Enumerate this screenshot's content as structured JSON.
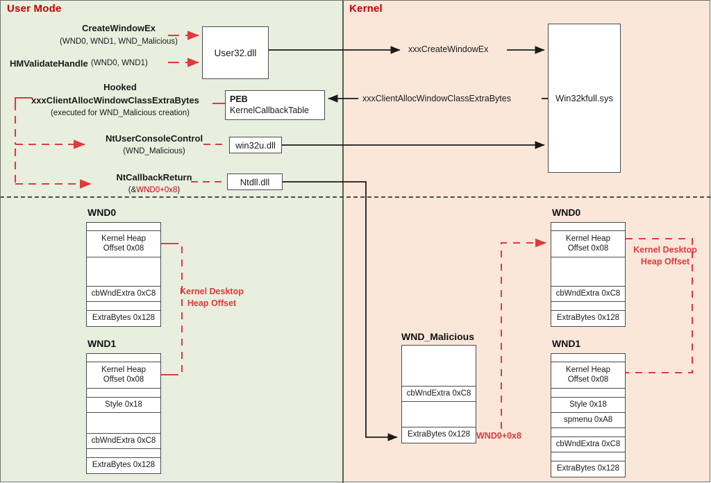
{
  "regions": {
    "user": {
      "title": "User Mode",
      "bg": "#e9efdf"
    },
    "kernel": {
      "title": "Kernel",
      "bg": "#fae7da"
    }
  },
  "colors": {
    "title_red": "#c00000",
    "accent_red": "#e0393e",
    "arrow_black": "#1a1a1a",
    "box_border": "#4a4a4a"
  },
  "user_calls": {
    "create_window_ex": {
      "name": "CreateWindowEx",
      "args": "(WND0, WND1, WND_Malicious)"
    },
    "hm_validate_handle": {
      "name": "HMValidateHandle",
      "args": "(WND0, WND1)"
    },
    "hooked": {
      "prefix": "Hooked",
      "name": "xxxClientAllocWindowClassExtraBytes",
      "note": "(executed for WND_Malicious creation)"
    },
    "nt_user_console_control": {
      "name": "NtUserConsoleControl",
      "args": "(WND_Malicious)"
    },
    "nt_callback_return": {
      "name": "NtCallbackReturn",
      "arg_prefix": "(&",
      "arg_red": "WND0+0x8",
      "arg_suffix": ")"
    }
  },
  "modules": {
    "user32": "User32.dll",
    "peb_line1": "PEB",
    "peb_line2": "KernelCallbackTable",
    "win32u": "win32u.dll",
    "ntdll": "Ntdll.dll",
    "win32kfull": "Win32kfull.sys"
  },
  "kernel_calls": {
    "xxx_create_window_ex": "xxxCreateWindowEx",
    "xxx_client_alloc": "xxxClientAllocWindowClassExtraBytes"
  },
  "annotations": {
    "kernel_desktop_heap_offset_line1": "Kernel Desktop",
    "kernel_desktop_heap_offset_line2": "Heap Offset",
    "wnd0_plus_8": "WND0+0x8"
  },
  "structs": {
    "user_wnd0": {
      "title": "WND0",
      "rows": [
        {
          "label": "",
          "h": 12
        },
        {
          "label": "Kernel Heap\nOffset 0x08",
          "h": 38
        },
        {
          "label": "",
          "h": 42
        },
        {
          "label": "cbWndExtra 0xC8",
          "h": 22
        },
        {
          "label": "",
          "h": 13
        },
        {
          "label": "ExtraBytes 0x128",
          "h": 22
        }
      ]
    },
    "user_wnd1": {
      "title": "WND1",
      "rows": [
        {
          "label": "",
          "h": 12
        },
        {
          "label": "Kernel Heap\nOffset 0x08",
          "h": 38
        },
        {
          "label": "",
          "h": 13
        },
        {
          "label": "Style 0x18",
          "h": 22
        },
        {
          "label": "",
          "h": 30
        },
        {
          "label": "cbWndExtra 0xC8",
          "h": 22
        },
        {
          "label": "",
          "h": 13
        },
        {
          "label": "ExtraBytes 0x128",
          "h": 22
        }
      ]
    },
    "wnd_malicious": {
      "title": "WND_Malicious",
      "rows": [
        {
          "label": "",
          "h": 59
        },
        {
          "label": "cbWndExtra 0xC8",
          "h": 22
        },
        {
          "label": "",
          "h": 37
        },
        {
          "label": "ExtraBytes 0x128",
          "h": 22
        }
      ]
    },
    "kernel_wnd0": {
      "title": "WND0",
      "rows": [
        {
          "label": "",
          "h": 12
        },
        {
          "label": "Kernel Heap\nOffset 0x08",
          "h": 38
        },
        {
          "label": "",
          "h": 42
        },
        {
          "label": "cbWndExtra 0xC8",
          "h": 22
        },
        {
          "label": "",
          "h": 13
        },
        {
          "label": "ExtraBytes 0x128",
          "h": 22
        }
      ]
    },
    "kernel_wnd1": {
      "title": "WND1",
      "rows": [
        {
          "label": "",
          "h": 12
        },
        {
          "label": "Kernel Heap\nOffset 0x08",
          "h": 38
        },
        {
          "label": "",
          "h": 13
        },
        {
          "label": "Style 0x18",
          "h": 22
        },
        {
          "label": "spmenu 0xA8",
          "h": 22
        },
        {
          "label": "",
          "h": 13
        },
        {
          "label": "cbWndExtra 0xC8",
          "h": 22
        },
        {
          "label": "",
          "h": 13
        },
        {
          "label": "ExtraBytes 0x128",
          "h": 22
        }
      ]
    }
  }
}
